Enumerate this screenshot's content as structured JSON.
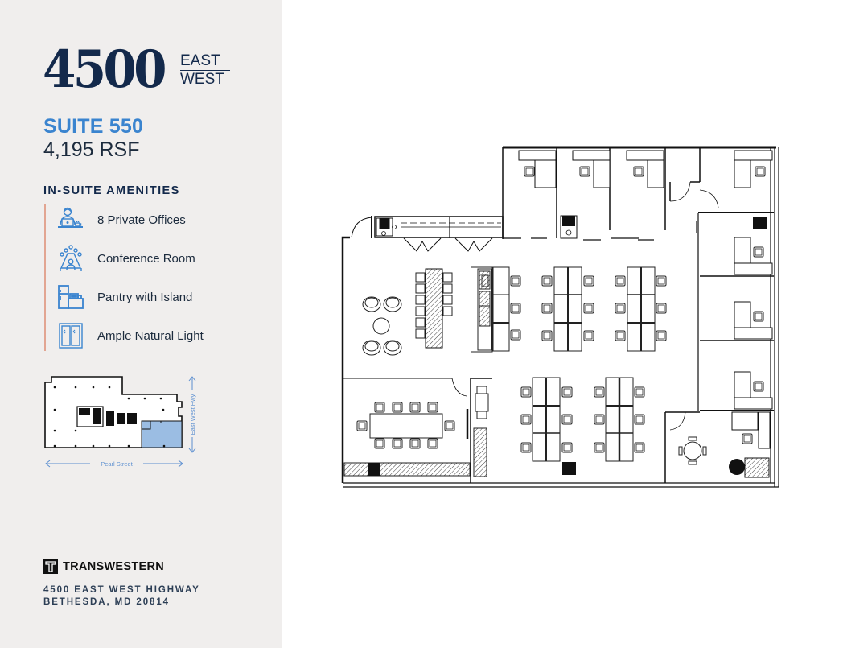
{
  "brand": {
    "logo_number": "4500",
    "logo_word_top": "EAST",
    "logo_word_bottom": "WEST"
  },
  "suite": {
    "name": "SUITE 550",
    "area": "4,195 RSF"
  },
  "amenities": {
    "title": "IN-SUITE AMENITIES",
    "items": [
      {
        "icon": "person-at-laptop-icon",
        "label": "8 Private Offices"
      },
      {
        "icon": "conference-table-icon",
        "label": "Conference Room"
      },
      {
        "icon": "pantry-icon",
        "label": "Pantry with Island"
      },
      {
        "icon": "window-icon",
        "label": "Ample Natural Light"
      }
    ]
  },
  "key_plan": {
    "street_bottom": "Pearl Street",
    "street_right": "East West Hwy",
    "highlight_color": "#9bbde3"
  },
  "footer": {
    "company": "TRANSWESTERN",
    "address_line1": "4500 EAST WEST HIGHWAY",
    "address_line2": "BETHESDA, MD 20814"
  },
  "colors": {
    "navy": "#13294b",
    "accent_blue": "#3a84cf",
    "accent_bar": "#e2a592",
    "sidebar_bg": "#f0eeed"
  }
}
